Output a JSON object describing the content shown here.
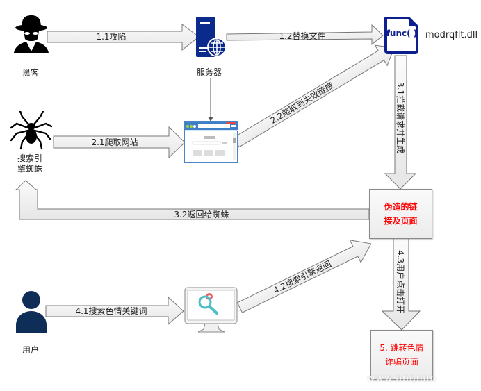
{
  "nodes": {
    "hacker": {
      "label": "黑客",
      "icon": "hacker-icon"
    },
    "server": {
      "label": "服务器",
      "icon": "server-icon"
    },
    "dll": {
      "icon_text": "func( )",
      "label": "modrqflt.dll",
      "icon": "file-function-icon"
    },
    "spider": {
      "label_line1": "搜索引",
      "label_line2": "擎蜘蛛",
      "icon": "spider-icon"
    },
    "website": {
      "icon": "browser-window-icon"
    },
    "fake_pages": {
      "line1": "伪造的链",
      "line2": "接及页面"
    },
    "user": {
      "label": "用户",
      "icon": "user-icon"
    },
    "search_engine": {
      "icon": "monitor-search-icon"
    },
    "scam_page": {
      "line1": "5. 跳转色情",
      "line2": "诈骗页面"
    }
  },
  "edges": [
    {
      "id": "e11",
      "label": "1.1攻陷",
      "from": "hacker",
      "to": "server"
    },
    {
      "id": "e12",
      "label": "1.2替换文件",
      "from": "server",
      "to": "dll"
    },
    {
      "id": "e21",
      "label": "2.1爬取网站",
      "from": "spider",
      "to": "website"
    },
    {
      "id": "e22",
      "label": "2.2爬取到失效链接",
      "from": "website",
      "to": "dll"
    },
    {
      "id": "e31",
      "label": "3.1拦截请求并生成",
      "from": "dll",
      "to": "fake_pages"
    },
    {
      "id": "e32",
      "label": "3.2返回给蜘蛛",
      "from": "fake_pages",
      "to": "spider"
    },
    {
      "id": "e41",
      "label": "4.1搜索色情关键词",
      "from": "user",
      "to": "search_engine"
    },
    {
      "id": "e42",
      "label": "4.2搜索引擎返回",
      "from": "search_engine",
      "to": "fake_pages"
    },
    {
      "id": "e43",
      "label": "4.3用户点击打开",
      "from": "fake_pages",
      "to": "scam_page"
    }
  ],
  "colors": {
    "server_blue": "#0a2a8c",
    "dll_border": "#0d1f8f",
    "user_navy": "#0e2d57",
    "alert_red": "#ff0000",
    "search_teal": "#4dbec3",
    "search_gear": "#ef5f66"
  },
  "watermark": "www.anquan"
}
